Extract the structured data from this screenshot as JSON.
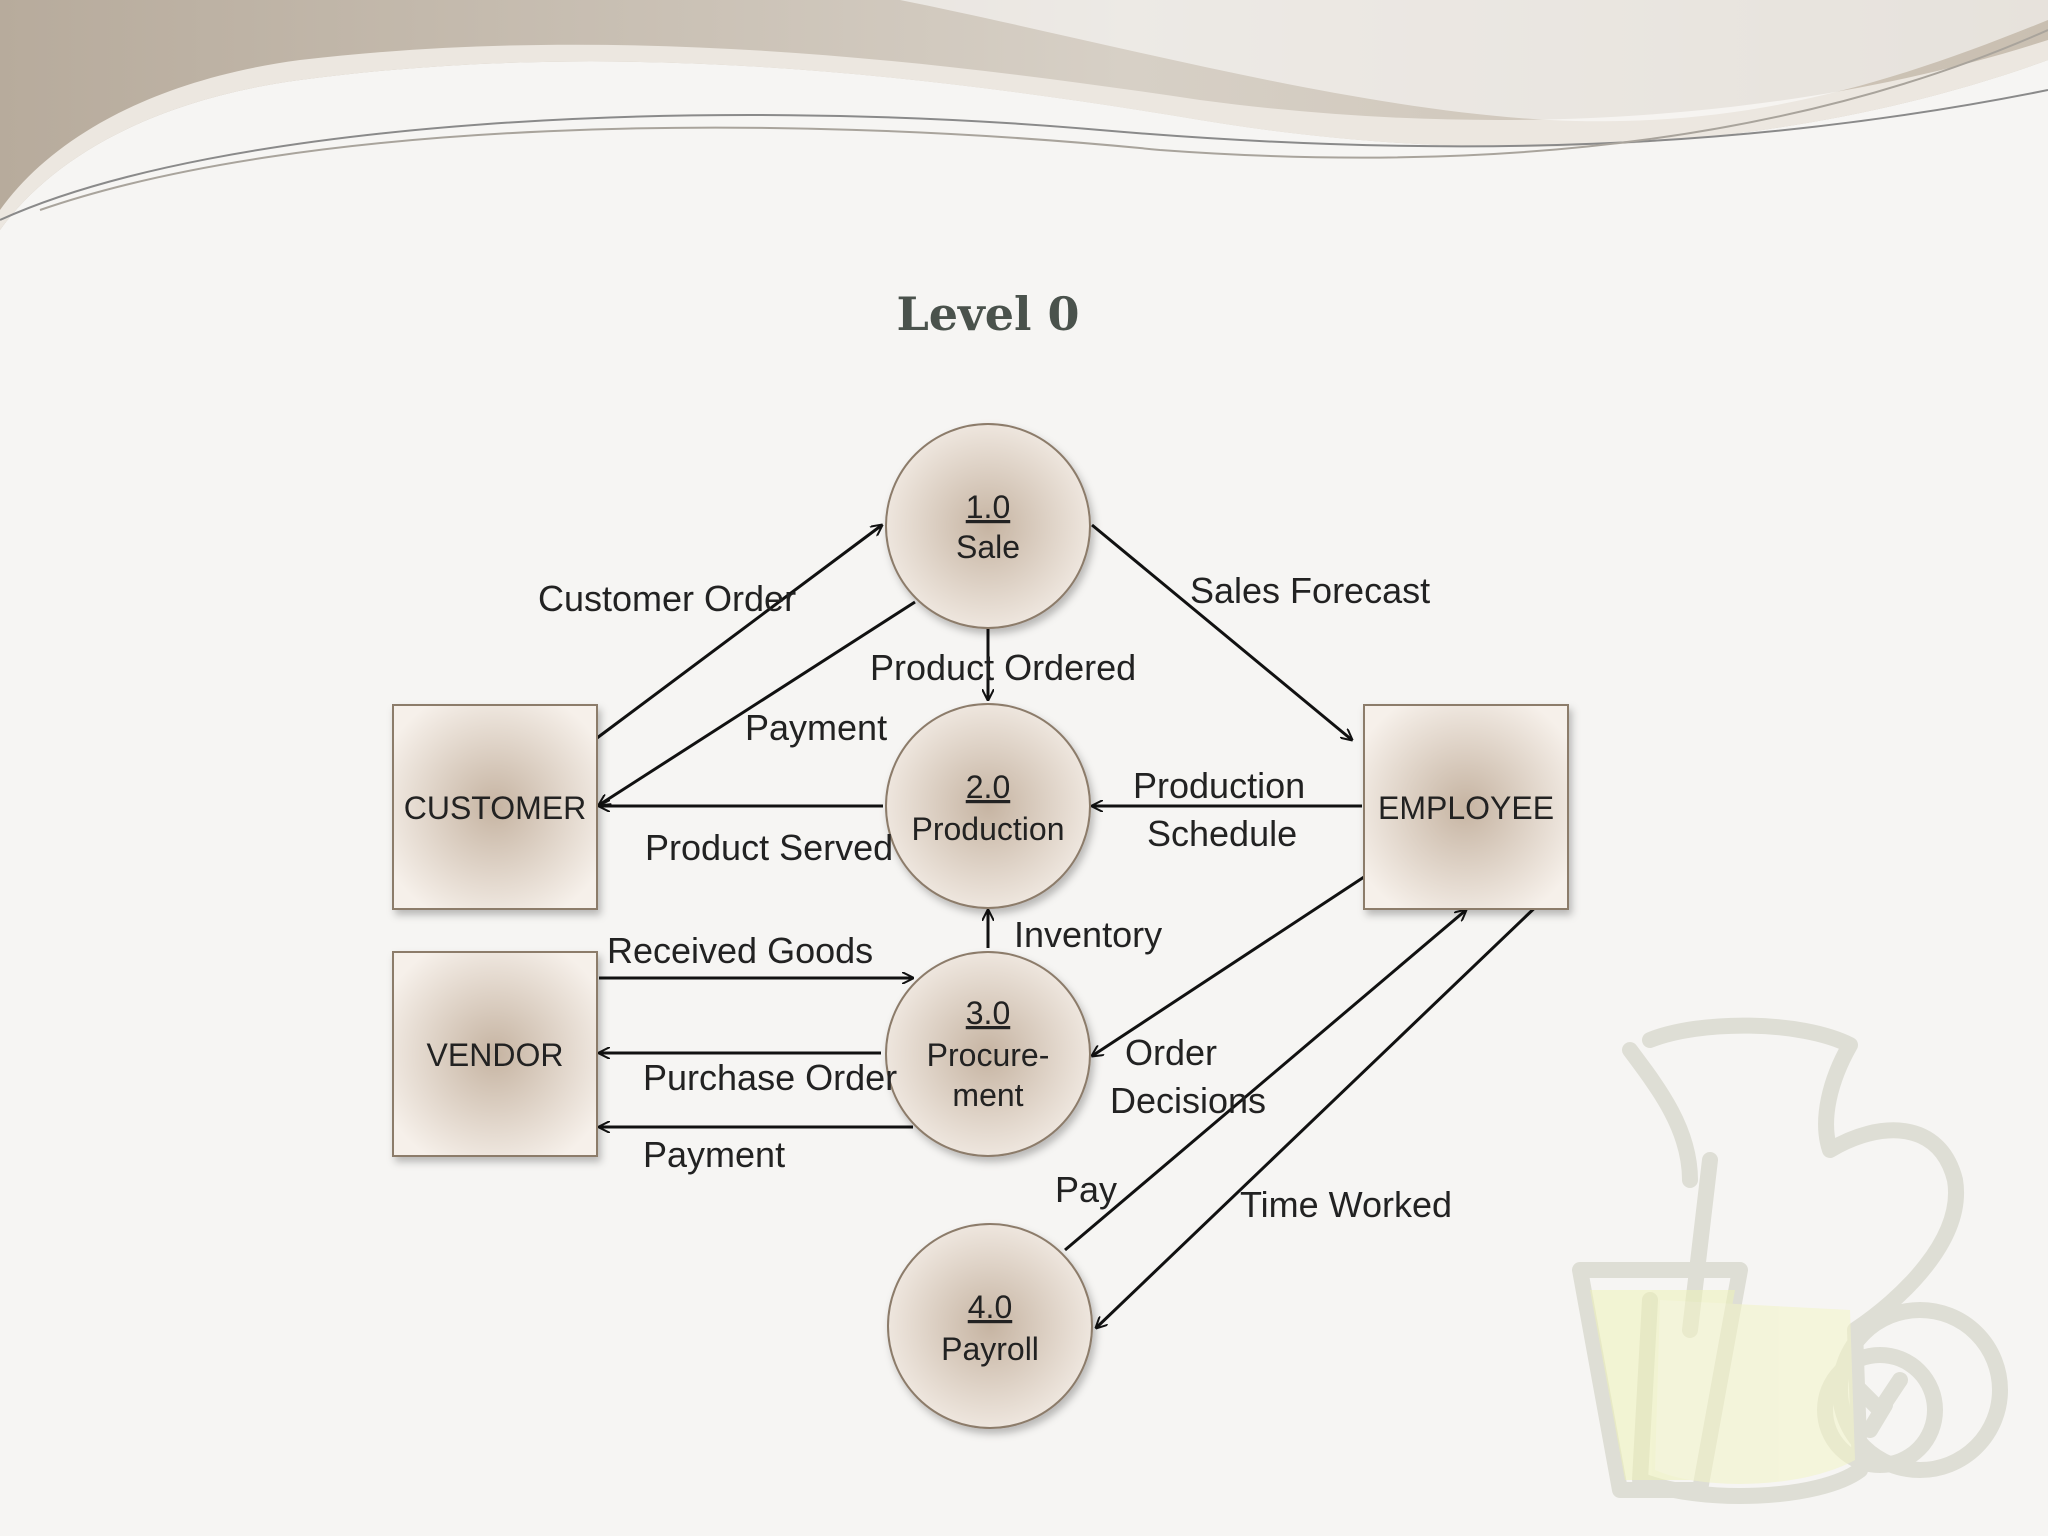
{
  "title": "Level 0",
  "processes": [
    {
      "id": "1.0",
      "name": "Sale"
    },
    {
      "id": "2.0",
      "name": "Production"
    },
    {
      "id": "3.0",
      "name_line1": "Procure-",
      "name_line2": "ment"
    },
    {
      "id": "4.0",
      "name": "Payroll"
    }
  ],
  "entities": {
    "customer": "CUSTOMER",
    "employee": "EMPLOYEE",
    "vendor": "VENDOR"
  },
  "flows": {
    "customer_order": "Customer Order",
    "payment_to_sale": "Payment",
    "sales_forecast": "Sales Forecast",
    "product_ordered": "Product Ordered",
    "product_served": "Product Served",
    "production_schedule_line1": "Production",
    "production_schedule_line2": "Schedule",
    "inventory": "Inventory",
    "received_goods": "Received Goods",
    "purchase_order": "Purchase Order",
    "payment_to_vendor": "Payment",
    "order_decisions_line1": "Order",
    "order_decisions_line2": "Decisions",
    "pay": "Pay",
    "time_worked": "Time Worked"
  },
  "colors": {
    "node_center": "#c6b4a2",
    "node_edge": "#f6f0ea",
    "node_stroke": "#8c7b6b",
    "title": "#4a524c"
  }
}
